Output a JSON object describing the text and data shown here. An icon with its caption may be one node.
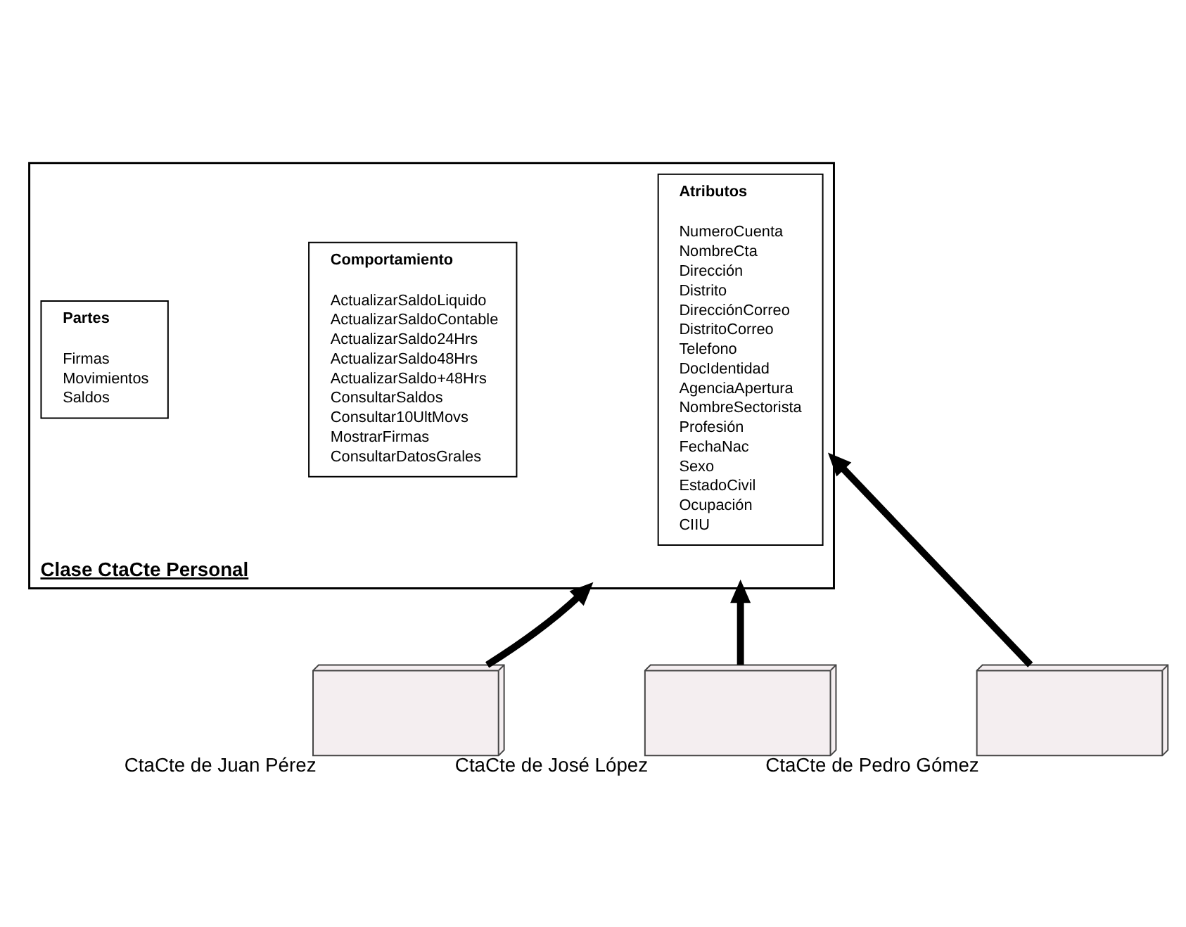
{
  "diagram": {
    "nodes": [
      {
        "text": [
          "Clase CtaCte Personal"
        ]
      },
      {
        "text": [
          "Atributos",
          "NumeroCuenta",
          "NombreCta",
          "Dirección",
          "Distrito",
          "DirecciónCorreo",
          "DistritoCorreo",
          "Telefono",
          "DocIdentidad",
          "AgenciaApertura",
          "NombreSectorista",
          "Profesión",
          "FechaNac",
          "Sexo",
          "EstadoCivil",
          "Ocupación",
          "CIIU"
        ],
        "in": 0
      },
      {
        "text": [
          "Comportamiento",
          "ActualizarSaldoLiquido",
          "ActualizarSaldoContable",
          "ActualizarSaldo24Hrs",
          "ActualizarSaldo48Hrs",
          "ActualizarSaldo+48Hrs",
          "ConsultarSaldos",
          "Consultar10UltMovs",
          "MostrarFirmas",
          "ConsultarDatosGrales"
        ],
        "in": 0
      },
      {
        "text": [
          "Partes",
          "Firmas",
          "Movimientos",
          "Saldos"
        ],
        "in": 0
      },
      {
        "text": [],
        "shape": "box",
        "beside": [
          "CtaCte de Juan Pérez"
        ]
      },
      {
        "text": [],
        "shape": "box",
        "beside": [
          "CtaCte de José López"
        ]
      },
      {
        "text": [],
        "shape": "box",
        "beside": [
          "CtaCte de Pedro Gómez"
        ]
      }
    ],
    "edges": [
      {
        "from": 4,
        "to": 0,
        "arrow": "to"
      },
      {
        "from": 5,
        "to": 0,
        "arrow": "to"
      },
      {
        "from": 6,
        "to": 0,
        "arrow": "to"
      }
    ]
  }
}
